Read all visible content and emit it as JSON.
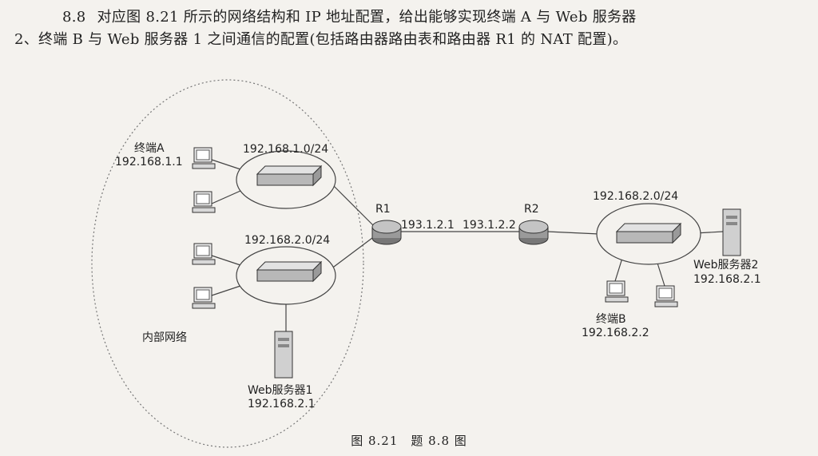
{
  "question": {
    "number": "8.8",
    "line1": "对应图 8.21 所示的网络结构和 IP 地址配置，给出能够实现终端 A 与 Web 服务器",
    "line2": "2、终端 B 与 Web 服务器 1 之间通信的配置(包括路由器路由表和路由器 R1 的 NAT 配置)。"
  },
  "figure": {
    "internal_label": "内部网络",
    "terminal_a": {
      "name": "终端A",
      "ip": "192.168.1.1"
    },
    "net1": "192.168.1.0/24",
    "net2_internal": "192.168.2.0/24",
    "web1": {
      "name": "Web服务器1",
      "ip": "192.168.2.1"
    },
    "r1": {
      "name": "R1",
      "ip": "193.1.2.1"
    },
    "r2": {
      "name": "R2",
      "ip": "193.1.2.2"
    },
    "net2_external": "192.168.2.0/24",
    "web2": {
      "name": "Web服务器2",
      "ip": "192.168.2.1"
    },
    "terminal_b": {
      "name": "终端B",
      "ip": "192.168.2.2"
    }
  },
  "caption": {
    "figure_no": "图 8.21",
    "title": "题 8.8 图"
  },
  "colors": {
    "device_fill": "#d8d8d8",
    "line": "#444444",
    "router_fill": "#9a9a9a"
  }
}
